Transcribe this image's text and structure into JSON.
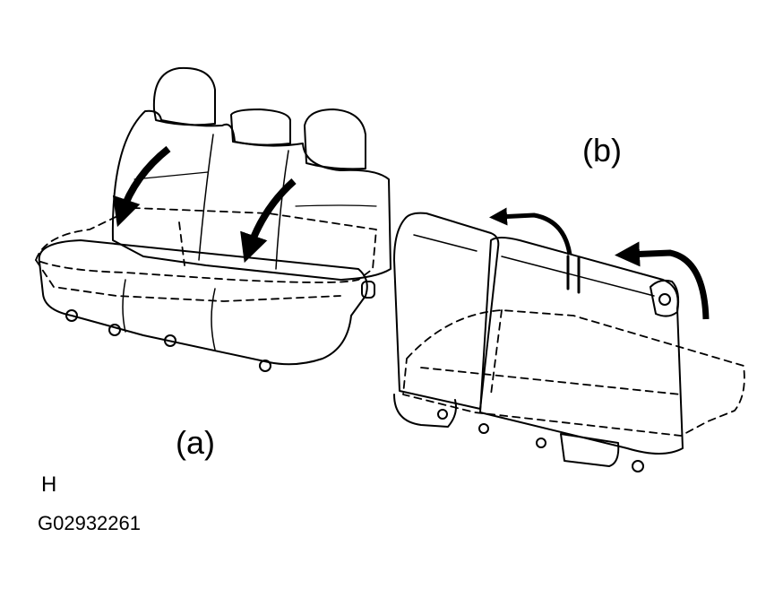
{
  "labels": {
    "a": "(a)",
    "b": "(b)",
    "view_letter": "H",
    "figure_code": "G02932261"
  },
  "colors": {
    "line": "#000000",
    "background": "#ffffff"
  }
}
